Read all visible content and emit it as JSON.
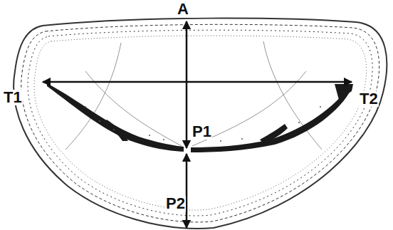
{
  "diagram": {
    "labels": [
      "A",
      "T1",
      "T2",
      "P1",
      "P2"
    ]
  }
}
